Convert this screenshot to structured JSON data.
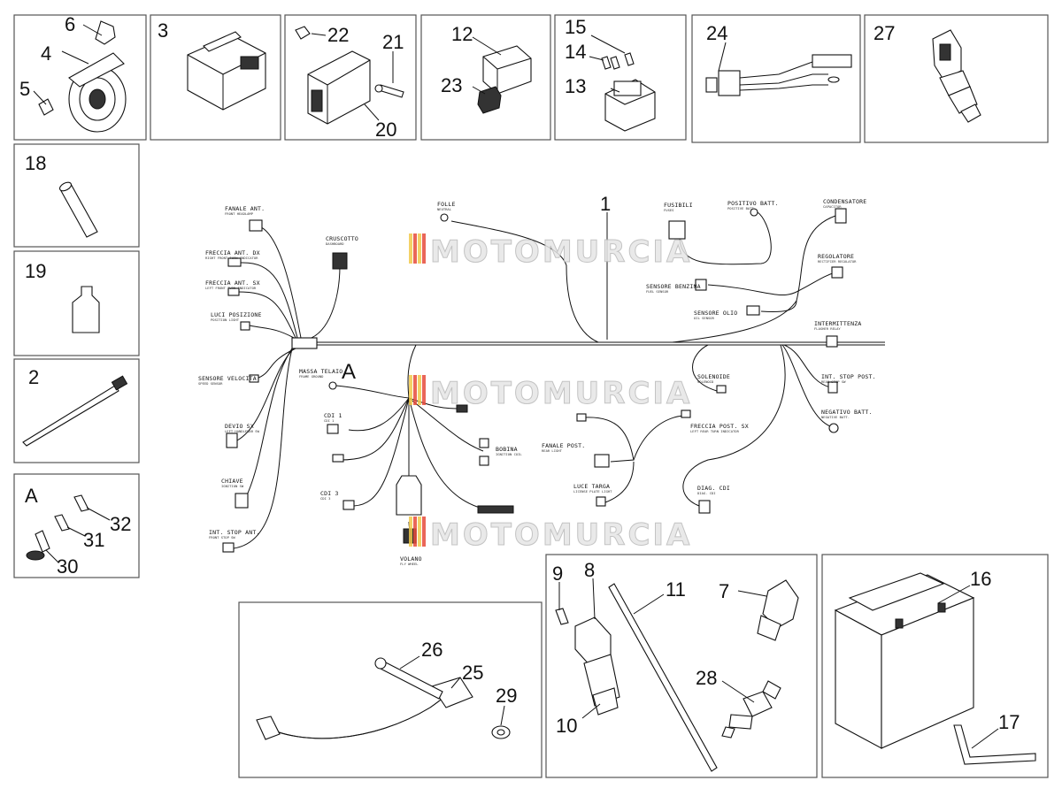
{
  "watermark": "MOTOMURCIA",
  "callouts": {
    "n1": "1",
    "n2": "2",
    "n3": "3",
    "n4": "4",
    "n5": "5",
    "n6": "6",
    "n7": "7",
    "n8": "8",
    "n9": "9",
    "n10": "10",
    "n11": "11",
    "n12": "12",
    "n13": "13",
    "n14": "14",
    "n15": "15",
    "n16": "16",
    "n17": "17",
    "n18": "18",
    "n19": "19",
    "n20": "20",
    "n21": "21",
    "n22": "22",
    "n23": "23",
    "n24": "24",
    "n25": "25",
    "n26": "26",
    "n27": "27",
    "n28": "28",
    "n29": "29",
    "n30": "30",
    "n31": "31",
    "n32": "32",
    "kitA": "A",
    "harnessA": "A"
  },
  "harness_labels": {
    "fanale_ant": "FANALE ANT.",
    "fanale_ant_en": "FRONT HEADLAMP",
    "freccia_dx": "FRECCIA ANT. DX",
    "freccia_dx_en": "RIGHT FRONT TURN INDICATOR",
    "freccia_sx": "FRECCIA ANT. SX",
    "freccia_sx_en": "LEFT FRONT TURN INDICATOR",
    "luci_posizione": "LUCI POSIZIONE",
    "luci_posizione_en": "POSITION LIGHT",
    "cruscotto": "CRUSCOTTO",
    "cruscotto_en": "DASHBOARD",
    "folle": "FOLLE",
    "folle_en": "NEUTRAL",
    "fusibili": "FUSIBILI",
    "fusibili_en": "FUSES",
    "positivo_batt": "POSITIVO BATT.",
    "positivo_batt_en": "POSITIVE BATT.",
    "condensatore": "CONDENSATORE",
    "condensatore_en": "CAPACITOR",
    "regolatore": "REGOLATORE",
    "regolatore_en": "RECTIFIER REGULATOR",
    "sensore_benzina": "SENSORE BENZINA",
    "sensore_benzina_en": "FUEL SENSOR",
    "sensore_olio": "SENSORE OLIO",
    "sensore_olio_en": "OIL SENSOR",
    "intermittenza": "INTERMITTENZA",
    "intermittenza_en": "FLASHER RELAY",
    "sensore_velocita": "SENSORE VELOCITA'",
    "sensore_velocita_en": "SPEED SENSOR",
    "massa_telaio": "MASSA TELAIO",
    "massa_telaio_en": "FRAME GROUND",
    "deviod_sx": "DEVIO SX",
    "deviod_sx_en": "LEFT HANDLEBAR SW",
    "cdi1": "CDI 1",
    "cdi1_en": "CDI 1",
    "bobina": "BOBINA",
    "bobina_en": "IGNITION COIL",
    "solenoide": "SOLENOIDE",
    "solenoide_en": "SOLENOID",
    "int_stop_post": "INT. STOP POST.",
    "int_stop_post_en": "REAR STOP SW",
    "negativo_batt": "NEGATIVO BATT.",
    "negativo_batt_en": "NEGATIVE BATT.",
    "fanale_post": "FANALE POST.",
    "fanale_post_en": "REAR LIGHT",
    "freccia_post_sx": "FRECCIA POST. SX",
    "freccia_post_sx_en": "LEFT REAR TURN INDICATOR",
    "chiave": "CHIAVE",
    "chiave_en": "IGNITION SW",
    "cdi3": "CDI 3",
    "cdi3_en": "CDI 3",
    "luce_targa": "LUCE TARGA",
    "luce_targa_en": "LICENSE PLATE LIGHT",
    "diag_cdi": "DIAG. CDI",
    "diag_cdi_en": "DIAG. CDI",
    "int_stop_ant": "INT. STOP ANT.",
    "int_stop_ant_en": "FRONT STOP SW",
    "volano": "VOLANO",
    "volano_en": "FLY WHEEL"
  }
}
